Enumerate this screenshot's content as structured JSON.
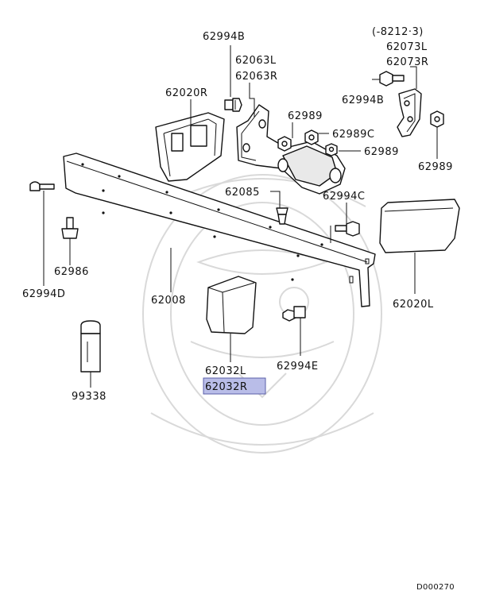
{
  "colors": {
    "line": "#111111",
    "highlight_fill": "#b9bde8",
    "highlight_stroke": "#5a5fa8",
    "watermark": "#d9d9d9"
  },
  "header_note": "(-8212·3)",
  "diagram_id": "D000270",
  "highlighted_part": "62032R",
  "labels": {
    "p62994B_top": "62994B",
    "p62063L": "62063L",
    "p62063R": "62063R",
    "p62020R": "62020R",
    "p62989_a": "62989",
    "p62989C": "62989C",
    "p62989_b": "62989",
    "p62073L": "62073L",
    "p62073R": "62073R",
    "p62994B_right": "62994B",
    "p62989_c": "62989",
    "p62085": "62085",
    "p62994C": "62994C",
    "p62986": "62986",
    "p62994D": "62994D",
    "p62008": "62008",
    "p62020L": "62020L",
    "p62032L": "62032L",
    "p62032R": "62032R",
    "p62994E": "62994E",
    "p99338": "99338"
  }
}
